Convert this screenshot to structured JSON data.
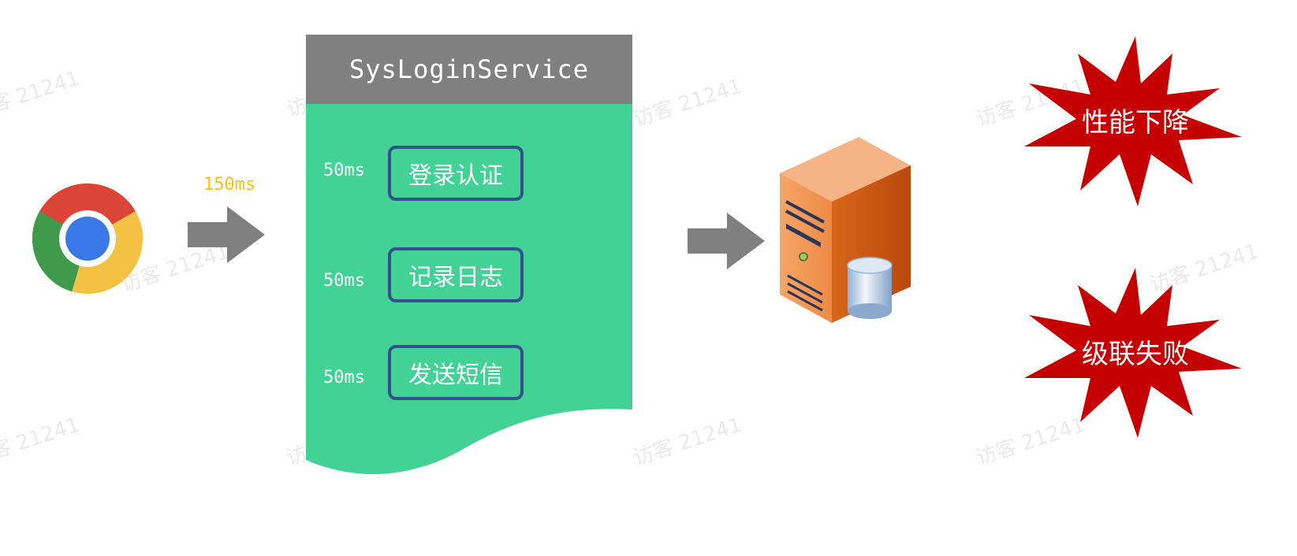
{
  "latency": {
    "total": "150ms"
  },
  "service": {
    "title": "SysLoginService",
    "steps": [
      {
        "time": "50ms",
        "label": "登录认证"
      },
      {
        "time": "50ms",
        "label": "记录日志"
      },
      {
        "time": "50ms",
        "label": "发送短信"
      }
    ]
  },
  "effects": [
    {
      "label": "性能下降"
    },
    {
      "label": "级联失败"
    }
  ],
  "watermark": "访客 21241",
  "icons": {
    "client": "chrome-browser-icon",
    "server": "database-server-icon",
    "arrow": "right-arrow-icon",
    "burst": "starburst-icon"
  },
  "colors": {
    "service_body": "#43d296",
    "service_header": "#808080",
    "step_border": "#34518c",
    "arrow": "#808080",
    "latency_text": "#f5c21b",
    "burst": "#c40000"
  }
}
